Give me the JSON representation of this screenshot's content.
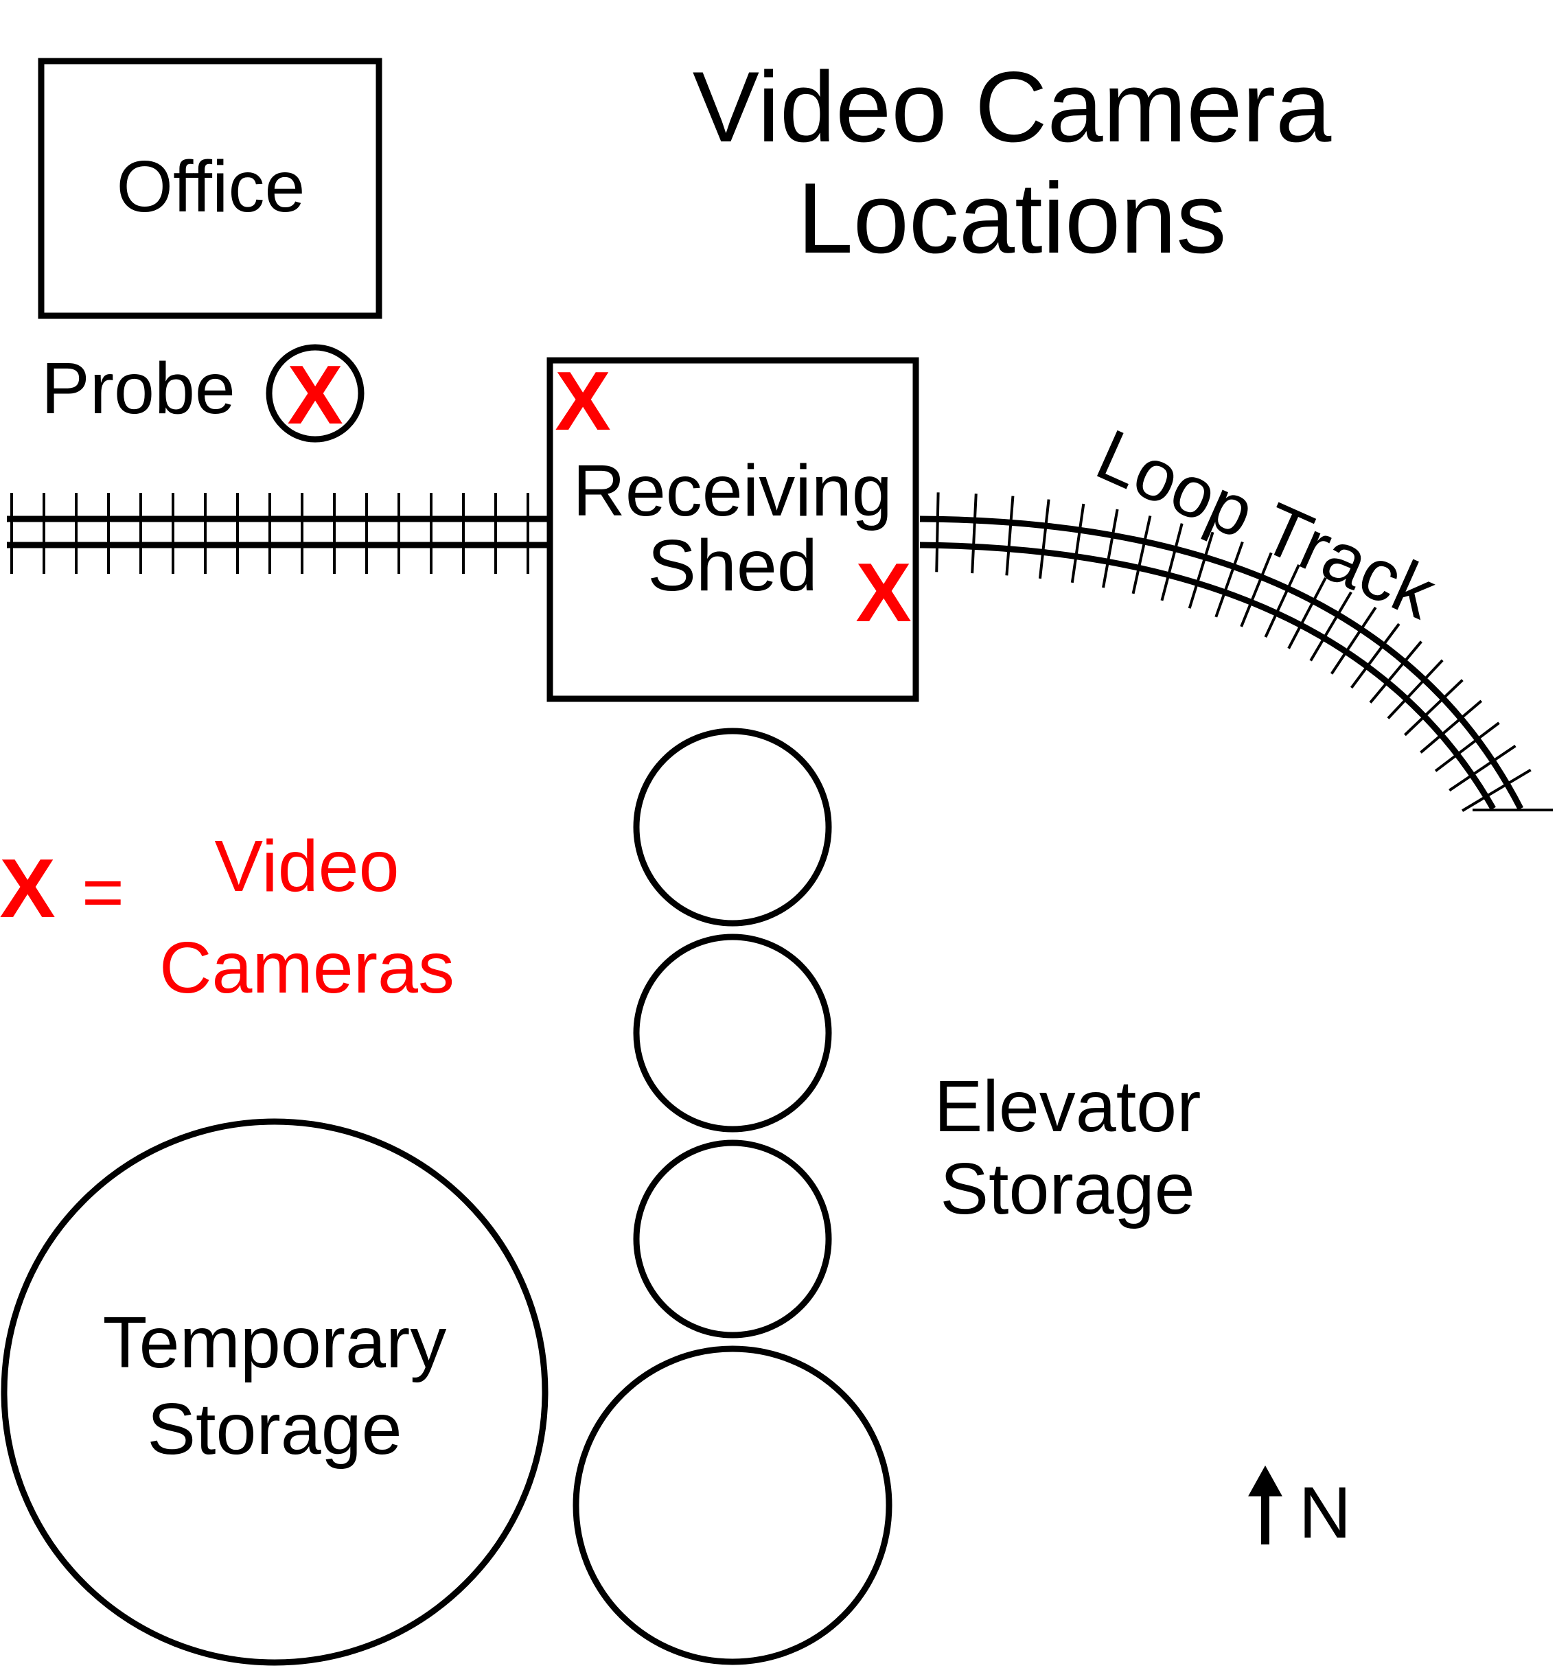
{
  "title": {
    "line1": "Video Camera",
    "line2": "Locations"
  },
  "buildings": {
    "office": "Office",
    "receiving_shed_line1": "Receiving",
    "receiving_shed_line2": "Shed",
    "temporary_storage_line1": "Temporary",
    "temporary_storage_line2": "Storage",
    "elevator_storage_line1": "Elevator",
    "elevator_storage_line2": "Storage"
  },
  "probe": {
    "label": "Probe",
    "marker": "X"
  },
  "tracks": {
    "loop_track": "Loop Track"
  },
  "camera_markers": {
    "shed_northwest": "X",
    "shed_east": "X"
  },
  "legend": {
    "symbol": "X",
    "equals": "=",
    "line1": "Video",
    "line2": "Cameras"
  },
  "compass": {
    "icon": "north-arrow-icon",
    "label": "N"
  },
  "colors": {
    "camera_marker": "#ff0000",
    "legend_text": "#ff0000",
    "outline": "#000000"
  }
}
